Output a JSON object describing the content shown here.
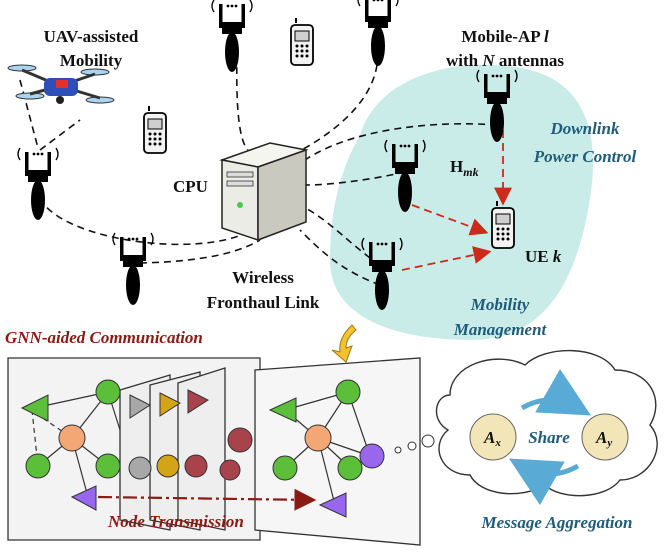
{
  "labels": {
    "uav_line1": "UAV-assisted",
    "uav_line2": "Mobility",
    "mobile_ap_line1": "Mobile-AP",
    "mobile_ap_l": "l",
    "mobile_ap_line2_a": "with ",
    "mobile_ap_line2_n": "N",
    "mobile_ap_line2_b": " antennas",
    "downlink_line1": "Downlink",
    "downlink_line2": "Power Control",
    "channel_H": "H",
    "channel_sub": "mk",
    "cpu": "CPU",
    "ue_text": "UE ",
    "ue_k": "k",
    "wireless_line1": "Wireless",
    "wireless_line2": "Fronthaul Link",
    "mobility_line1": "Mobility",
    "mobility_line2": "Management",
    "gnn": "GNN-aided Communication",
    "node_tx": "Node Transmission",
    "share": "Share",
    "ax": "A",
    "ax_sub": "x",
    "ay": "A",
    "ay_sub": "y",
    "msg_agg": "Message Aggregation"
  },
  "colors": {
    "cell": "#c9ece9",
    "teal_text": "#1f5c7a",
    "red_text": "#8b1a12",
    "node_green": "#5cbf3a",
    "node_orange": "#f3a774",
    "node_purple": "#9966ee",
    "node_gray": "#a8a8a8",
    "node_gold": "#d4a417",
    "node_maroon": "#a8434c",
    "arrow_blue": "#5aaad6",
    "bubble_circle": "#f2e6b8"
  }
}
